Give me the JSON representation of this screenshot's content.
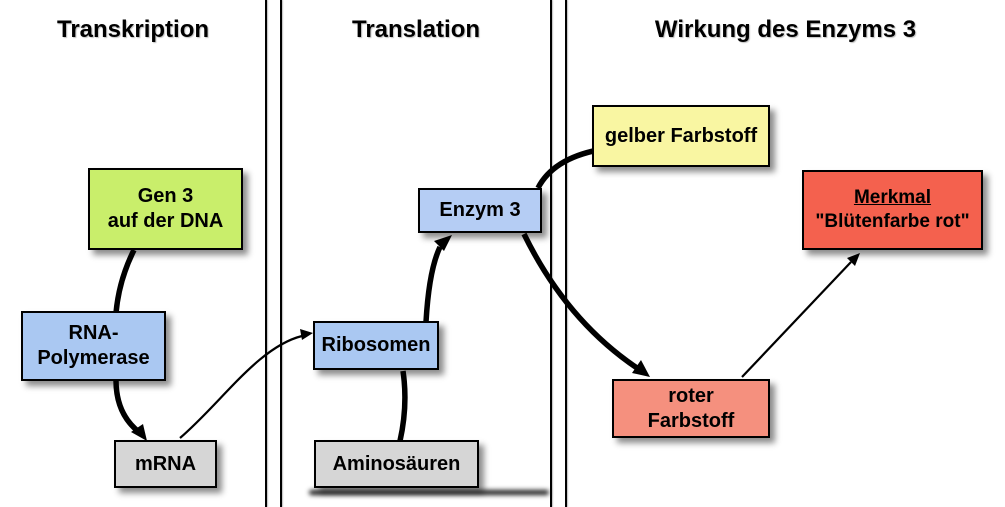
{
  "sections": [
    {
      "id": "transcription",
      "title": "Transkription"
    },
    {
      "id": "translation",
      "title": "Translation"
    },
    {
      "id": "enzyme_action",
      "title": "Wirkung des Enzyms 3"
    }
  ],
  "boxes": {
    "gen3": {
      "lines": [
        "Gen 3",
        "auf der DNA"
      ],
      "color": "#c9ee6b"
    },
    "rna_polymerase": {
      "lines": [
        "RNA-",
        "Polymerase"
      ],
      "color": "#aac8f2"
    },
    "mrna": {
      "lines": [
        "mRNA"
      ],
      "color": "#d6d6d6"
    },
    "ribosomen": {
      "lines": [
        "Ribosomen"
      ],
      "color": "#aac8f2"
    },
    "aminosaeuren": {
      "lines": [
        "Aminosäuren"
      ],
      "color": "#d6d6d6"
    },
    "enzym3": {
      "lines": [
        "Enzym 3"
      ],
      "color": "#b5cdf4"
    },
    "gelber_farbstoff": {
      "lines": [
        "gelber Farbstoff"
      ],
      "color": "#f9f6a2"
    },
    "roter_farbstoff": {
      "lines": [
        "roter",
        "Farbstoff"
      ],
      "color": "#f5907e"
    },
    "merkmal": {
      "lines": [
        "Merkmal",
        "\"Blütenfarbe rot\""
      ],
      "color": "#f4614e"
    }
  },
  "edges": [
    {
      "from": "gen3",
      "to": "rna_polymerase",
      "style": "thick",
      "arrowhead": false
    },
    {
      "from": "rna_polymerase",
      "to": "mrna",
      "style": "thick",
      "arrowhead": true
    },
    {
      "from": "mrna",
      "to": "ribosomen",
      "style": "thin",
      "arrowhead": true
    },
    {
      "from": "aminosaeuren",
      "to": "ribosomen",
      "style": "thick",
      "arrowhead": false
    },
    {
      "from": "ribosomen",
      "to": "enzym3",
      "style": "thick",
      "arrowhead": true
    },
    {
      "from": "gelber_farbstoff",
      "to": "enzym3",
      "style": "thick",
      "arrowhead": false
    },
    {
      "from": "enzym3",
      "to": "roter_farbstoff",
      "style": "thick",
      "arrowhead": true
    },
    {
      "from": "roter_farbstoff",
      "to": "merkmal",
      "style": "thin",
      "arrowhead": true
    }
  ],
  "palette": {
    "line_color": "#000000",
    "background": "#ffffff",
    "divider_color": "#000000"
  }
}
